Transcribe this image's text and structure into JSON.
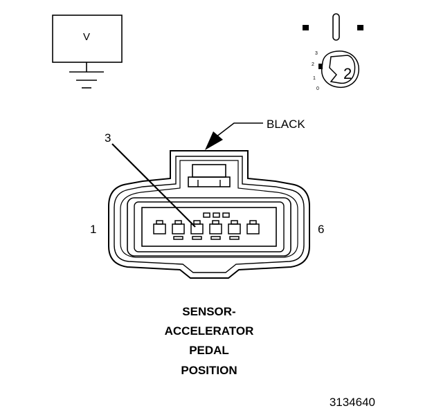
{
  "meter": {
    "symbol": "V"
  },
  "ignition_key": {
    "positions": [
      "3",
      "2",
      "1",
      "0"
    ],
    "selected": "2"
  },
  "connector": {
    "color_label": "BLACK",
    "callout_pin": "3",
    "first_pin": "1",
    "last_pin": "6"
  },
  "title_lines": [
    "SENSOR-",
    "ACCELERATOR",
    "PEDAL",
    "POSITION"
  ],
  "figure_number": "3134640"
}
